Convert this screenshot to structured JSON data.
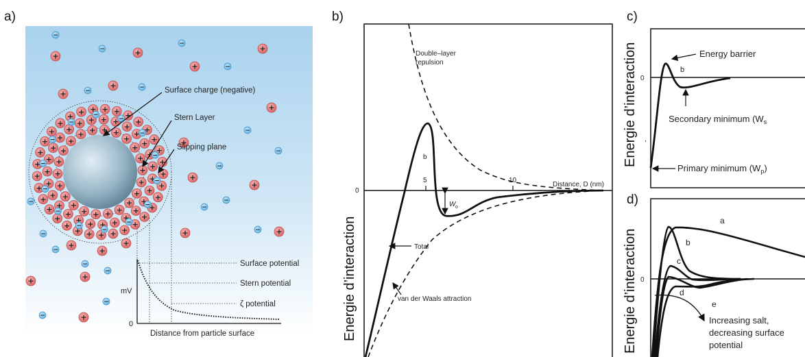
{
  "panel_a": {
    "label": "a)",
    "surface_charge": "Surface charge (negative)",
    "stern_layer": "Stern Layer",
    "slipping_plane": "Slipping plane",
    "surface_potential": "Surface potential",
    "stern_potential": "Stern potential",
    "zeta_potential": "ζ potential",
    "y_unit": "mV",
    "zero": "0",
    "x_axis": "Distance from particle surface",
    "plus": "+",
    "minus": "−"
  },
  "panel_b": {
    "label": "b)",
    "y_axis": "Energie d’interaction",
    "double_layer_1": "Double–layer",
    "double_layer_2": "repulsion",
    "vdw": "van der Waals attraction",
    "total": "Total",
    "curve_b": "b",
    "wo": "W",
    "wo_sub": "o",
    "zero": "0",
    "tick5": "5",
    "tick10": "10",
    "distance": "Distance, D (nm)"
  },
  "panel_c": {
    "label": "c)",
    "y_axis": "Energie d’interaction",
    "energy_barrier": "Energy barrier",
    "curve_b": "b",
    "zero": "0",
    "secondary": "Secondary minimum (W",
    "secondary_sub": "s",
    "primary": "Primary minimum (W",
    "primary_sub": "p",
    "close": ")"
  },
  "panel_d": {
    "label": "d)",
    "y_axis": "Energie d’interaction",
    "zero": "0",
    "curves": [
      "a",
      "b",
      "c",
      "d",
      "e"
    ],
    "salt_1": "Increasing salt,",
    "salt_2": "decreasing surface",
    "salt_3": "potential"
  }
}
